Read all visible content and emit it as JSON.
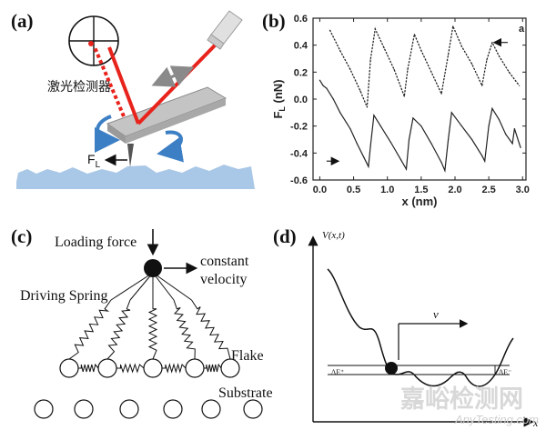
{
  "panels": {
    "a": {
      "label": "(a)",
      "detector_label": "激光检测器",
      "force_label": "F",
      "force_subscript": "L"
    },
    "b": {
      "label": "(b)",
      "trace_label": "a"
    },
    "c": {
      "label": "(c)",
      "loading_force": "Loading force",
      "constant": "constant",
      "velocity": "velocity",
      "driving_spring": "Driving Spring",
      "flake": "Flake",
      "substrate": "Substrate"
    },
    "d": {
      "label": "(d)",
      "y_axis_label": "V(x,t)",
      "x_axis_label": "x",
      "velocity_label": "v",
      "delta_e_plus": "ΔE⁺",
      "delta_e_minus": "ΔE⁻"
    }
  },
  "watermark": {
    "cn": "嘉峪检测网",
    "en": "AnyTesting.com"
  },
  "colors": {
    "laser": "#e8231c",
    "cantilever": "#b0b0b0",
    "arrow_blue": "#3d7fc4",
    "surface": "#a9c7e6",
    "ink": "#111111"
  },
  "chart_data": {
    "type": "line",
    "title": "",
    "xlabel": "x (nm)",
    "ylabel": "F_L (nN)",
    "xlim": [
      -0.1,
      3.05
    ],
    "ylim": [
      -0.6,
      0.6
    ],
    "x_ticks": [
      "0.0",
      "0.5",
      "1.0",
      "1.5",
      "2.0",
      "2.5",
      "3.0"
    ],
    "y_ticks": [
      "0.6",
      "0.4",
      "0.2",
      "0.0",
      "-0.2",
      "-0.4",
      "-0.6"
    ],
    "series": [
      {
        "name": "",
        "style": "dotted",
        "points": [
          [
            0.15,
            0.51
          ],
          [
            0.3,
            0.36
          ],
          [
            0.45,
            0.22
          ],
          [
            0.6,
            0.06
          ],
          [
            0.7,
            -0.06
          ],
          [
            0.75,
            0.29
          ],
          [
            0.82,
            0.52
          ],
          [
            0.95,
            0.38
          ],
          [
            1.1,
            0.22
          ],
          [
            1.25,
            0.02
          ],
          [
            1.3,
            0.22
          ],
          [
            1.4,
            0.48
          ],
          [
            1.5,
            0.36
          ],
          [
            1.65,
            0.2
          ],
          [
            1.8,
            0.04
          ],
          [
            1.9,
            0.33
          ],
          [
            1.97,
            0.54
          ],
          [
            2.1,
            0.39
          ],
          [
            2.25,
            0.26
          ],
          [
            2.4,
            0.1
          ],
          [
            2.47,
            0.29
          ],
          [
            2.55,
            0.42
          ],
          [
            2.65,
            0.32
          ],
          [
            2.8,
            0.2
          ],
          [
            2.95,
            0.1
          ]
        ]
      },
      {
        "name": "",
        "style": "solid",
        "points": [
          [
            0.0,
            0.14
          ],
          [
            0.05,
            0.1
          ],
          [
            0.1,
            0.08
          ],
          [
            0.2,
            0.0
          ],
          [
            0.3,
            -0.1
          ],
          [
            0.45,
            -0.22
          ],
          [
            0.55,
            -0.33
          ],
          [
            0.65,
            -0.43
          ],
          [
            0.72,
            -0.5
          ],
          [
            0.75,
            -0.35
          ],
          [
            0.8,
            -0.12
          ],
          [
            0.9,
            -0.2
          ],
          [
            1.05,
            -0.32
          ],
          [
            1.2,
            -0.45
          ],
          [
            1.28,
            -0.52
          ],
          [
            1.32,
            -0.3
          ],
          [
            1.38,
            -0.14
          ],
          [
            1.5,
            -0.2
          ],
          [
            1.65,
            -0.33
          ],
          [
            1.8,
            -0.47
          ],
          [
            1.85,
            -0.53
          ],
          [
            1.9,
            -0.3
          ],
          [
            1.95,
            -0.1
          ],
          [
            2.1,
            -0.2
          ],
          [
            2.25,
            -0.3
          ],
          [
            2.4,
            -0.42
          ],
          [
            2.44,
            -0.46
          ],
          [
            2.5,
            -0.2
          ],
          [
            2.55,
            -0.07
          ],
          [
            2.65,
            -0.15
          ],
          [
            2.75,
            -0.26
          ],
          [
            2.85,
            -0.33
          ],
          [
            2.88,
            -0.22
          ],
          [
            2.95,
            -0.33
          ],
          [
            2.97,
            -0.36
          ]
        ]
      }
    ],
    "annotations": [
      {
        "text": "a",
        "arrow": "left",
        "near": "upper-right"
      },
      {
        "text": "",
        "arrow": "right",
        "near": "lower-left"
      }
    ]
  }
}
